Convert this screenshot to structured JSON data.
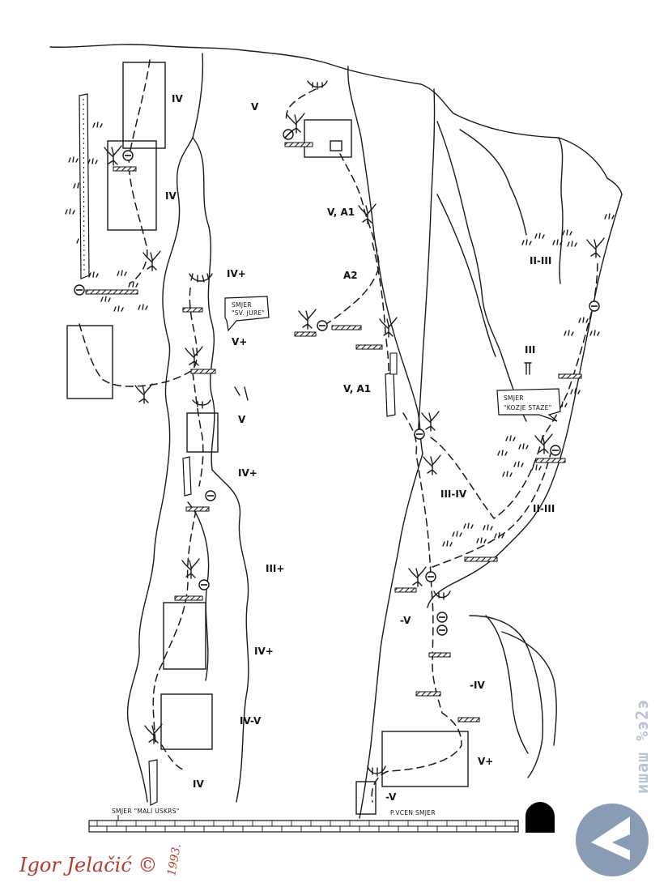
{
  "grades": [
    "IV",
    "V",
    "IV",
    "IV+",
    "V+",
    "V",
    "IV+",
    "III+",
    "IV+",
    "IV-V",
    "IV",
    "V, A1",
    "A2",
    "V, A1",
    "III-IV",
    "-V",
    "-IV",
    "V+",
    "-V",
    "II-III",
    "III",
    "II-III"
  ],
  "notes": {
    "sv_jure_line1": "SMJER",
    "sv_jure_line2": "\"SV. JURE\"",
    "kozje_line1": "SMJER",
    "kozje_line2": "\"KOZJE STAZE\"",
    "mali_uskrs": "SMJER \"MALI USKRS\"",
    "pucen": "P.VCEN SMJER"
  },
  "signature": {
    "name": "Igor Jelačić ©",
    "year": "1993."
  },
  "side_label": "ишаш %э2э",
  "colors": {
    "ink": "#1a1a1a",
    "signature": "#b33a2e",
    "logo": "#8a9bb4",
    "side_label": "#b7c4d4"
  }
}
